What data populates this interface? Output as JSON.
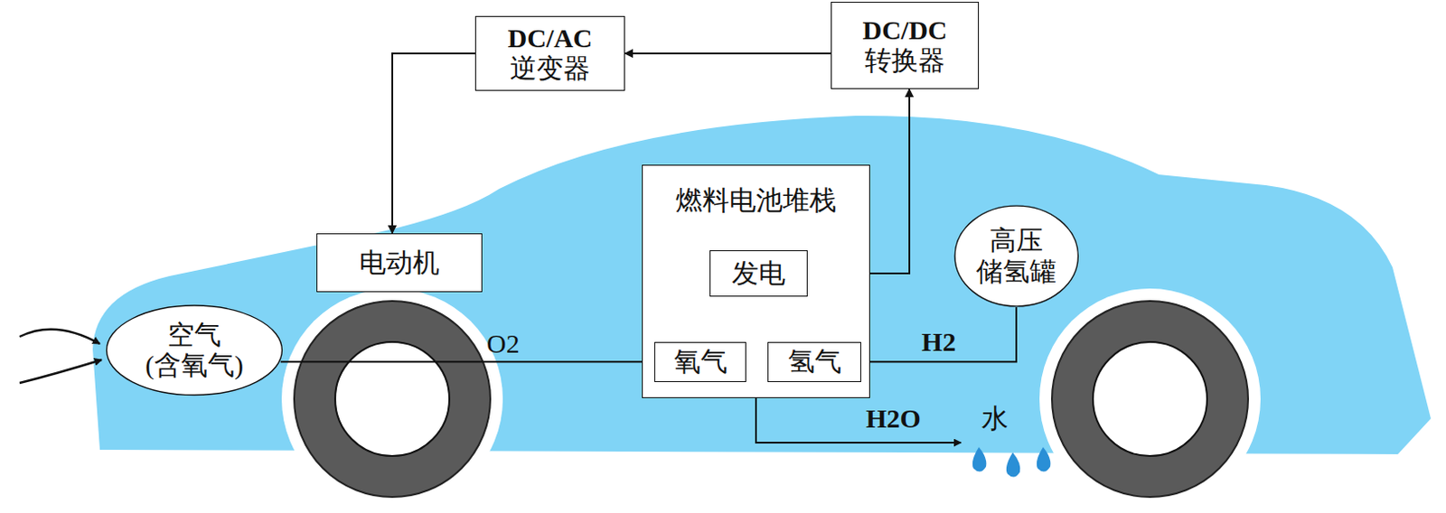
{
  "diagram": {
    "nodes": [
      {
        "text": [
          "DC/AC",
          "逆变器"
        ]
      },
      {
        "text": [
          "DC/DC",
          "转换器"
        ]
      },
      {
        "text": [
          "燃料电池堆栈"
        ]
      },
      {
        "text": [
          "发电"
        ],
        "in": 2
      },
      {
        "text": [
          "氧气"
        ],
        "in": 2
      },
      {
        "text": [
          "氢气"
        ],
        "in": 2
      },
      {
        "text": [
          "电动机"
        ]
      },
      {
        "text": [
          "高压",
          "储氢罐"
        ]
      },
      {
        "text": [
          "空气",
          "(含氧气)"
        ]
      }
    ],
    "edges": [
      {
        "from": 1,
        "to": 0,
        "arrow": "to"
      },
      {
        "from": 0,
        "to": 6,
        "arrow": "to"
      },
      {
        "from": 3,
        "to": 1,
        "arrow": "to"
      },
      {
        "from": 3,
        "to": 4,
        "arrow": "none"
      },
      {
        "from": 3,
        "to": 5,
        "arrow": "none"
      },
      {
        "from": 8,
        "to": 4,
        "label": "O2",
        "arrow": "to"
      },
      {
        "from": 7,
        "to": 5,
        "label": "H2",
        "arrow": "to"
      }
    ],
    "labels": [
      "H2O",
      "水"
    ]
  }
}
